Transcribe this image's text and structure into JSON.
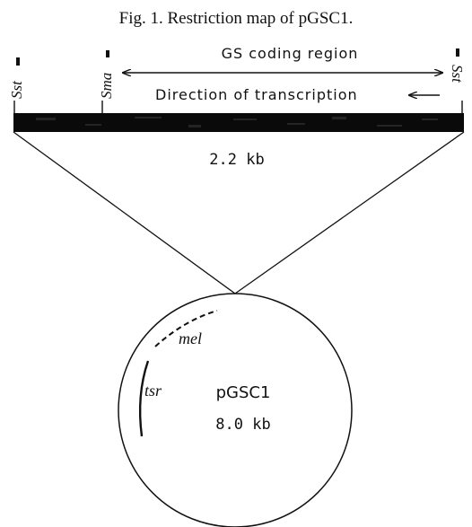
{
  "caption": "Fig. 1.  Restriction map of pGSC1.",
  "sites": {
    "left": "Sst",
    "middle": "Sma",
    "right": "Sst"
  },
  "coding_region_label": "GS coding region",
  "transcription_label": "Direction of transcription",
  "fragment_size": "2.2 kb",
  "plasmid": {
    "name": "pGSC1",
    "size": "8.0 kb",
    "genes": [
      "mel",
      "tsr"
    ]
  },
  "colors": {
    "line": "#111111",
    "bar": "#0a0a0a",
    "background": "#ffffff"
  }
}
